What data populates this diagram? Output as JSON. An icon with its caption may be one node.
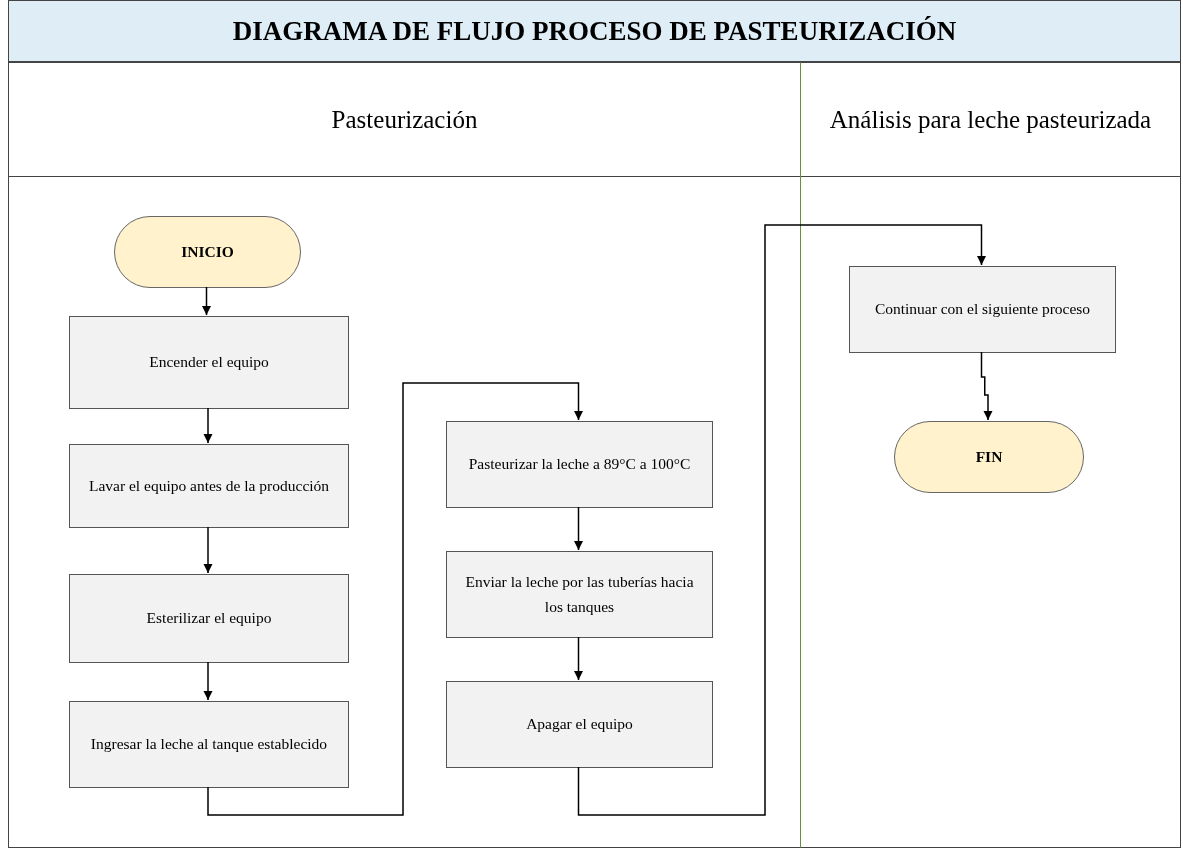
{
  "diagram": {
    "title": "DIAGRAMA DE FLUJO PROCESO DE PASTEURIZACIÓN",
    "nodes": [
      {
        "text": [
          "Pasteurización"
        ]
      },
      {
        "text": [
          "Análisis para leche pasteurizada"
        ]
      },
      {
        "text": [
          "INICIO"
        ],
        "in": 0
      },
      {
        "text": [
          "Encender el equipo"
        ],
        "in": 0
      },
      {
        "text": [
          "Lavar el equipo antes de la producción"
        ],
        "in": 0
      },
      {
        "text": [
          "Esterilizar el equipo"
        ],
        "in": 0
      },
      {
        "text": [
          "Ingresar la leche al tanque establecido"
        ],
        "in": 0
      },
      {
        "text": [
          "Pasteurizar la leche a 89°C a 100°C"
        ],
        "in": 0
      },
      {
        "text": [
          "Enviar la leche por las tuberías hacia los tanques"
        ],
        "in": 0
      },
      {
        "text": [
          "Apagar el equipo"
        ],
        "in": 0
      },
      {
        "text": [
          "Continuar con el siguiente proceso"
        ],
        "in": 1
      },
      {
        "text": [
          "FIN"
        ],
        "in": 1
      }
    ],
    "edges": [
      {
        "from": 2,
        "to": 3,
        "arrow": "to"
      },
      {
        "from": 3,
        "to": 4,
        "arrow": "to"
      },
      {
        "from": 4,
        "to": 5,
        "arrow": "to"
      },
      {
        "from": 5,
        "to": 6,
        "arrow": "to"
      },
      {
        "from": 6,
        "to": 7,
        "arrow": "to"
      },
      {
        "from": 7,
        "to": 8,
        "arrow": "to"
      },
      {
        "from": 8,
        "to": 9,
        "arrow": "to"
      },
      {
        "from": 9,
        "to": 10,
        "arrow": "to"
      },
      {
        "from": 10,
        "to": 11,
        "arrow": "to"
      }
    ]
  }
}
